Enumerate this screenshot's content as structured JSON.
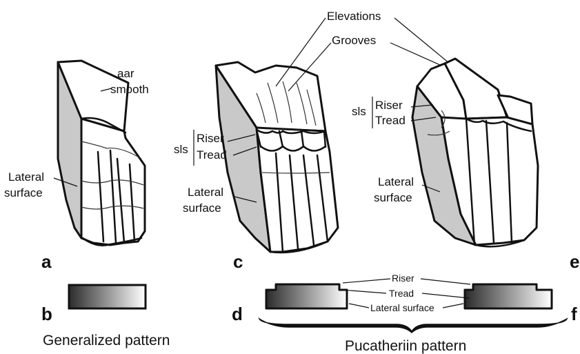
{
  "panels": {
    "a": "a",
    "b": "b",
    "c": "c",
    "d": "d",
    "e": "e",
    "f": "f"
  },
  "labels": {
    "aar_smooth_line1": "aar",
    "aar_smooth_line2": "smooth",
    "lateral_a_line1": "Lateral",
    "lateral_a_line2": "surface",
    "elevations": "Elevations",
    "grooves": "Grooves",
    "sls_c": "sls",
    "riser_c": "Riser",
    "tread_c": "Tread",
    "lateral_c_line1": "Lateral",
    "lateral_c_line2": "surface",
    "sls_e": "sls",
    "riser_e": "Riser",
    "tread_e": "Tread",
    "lateral_e_line1": "Lateral",
    "lateral_e_line2": "surface",
    "riser_d": "Riser",
    "tread_d": "Tread",
    "lateral_surface_d": "Lateral surface"
  },
  "captions": {
    "generalized": "Generalized pattern",
    "pucatheriin": "Pucatheriin pattern"
  },
  "colors": {
    "outline": "#111111",
    "lateral_fill": "#c9c9c9",
    "gradient_dark": "#2b2b2b",
    "gradient_light": "#ffffff"
  }
}
